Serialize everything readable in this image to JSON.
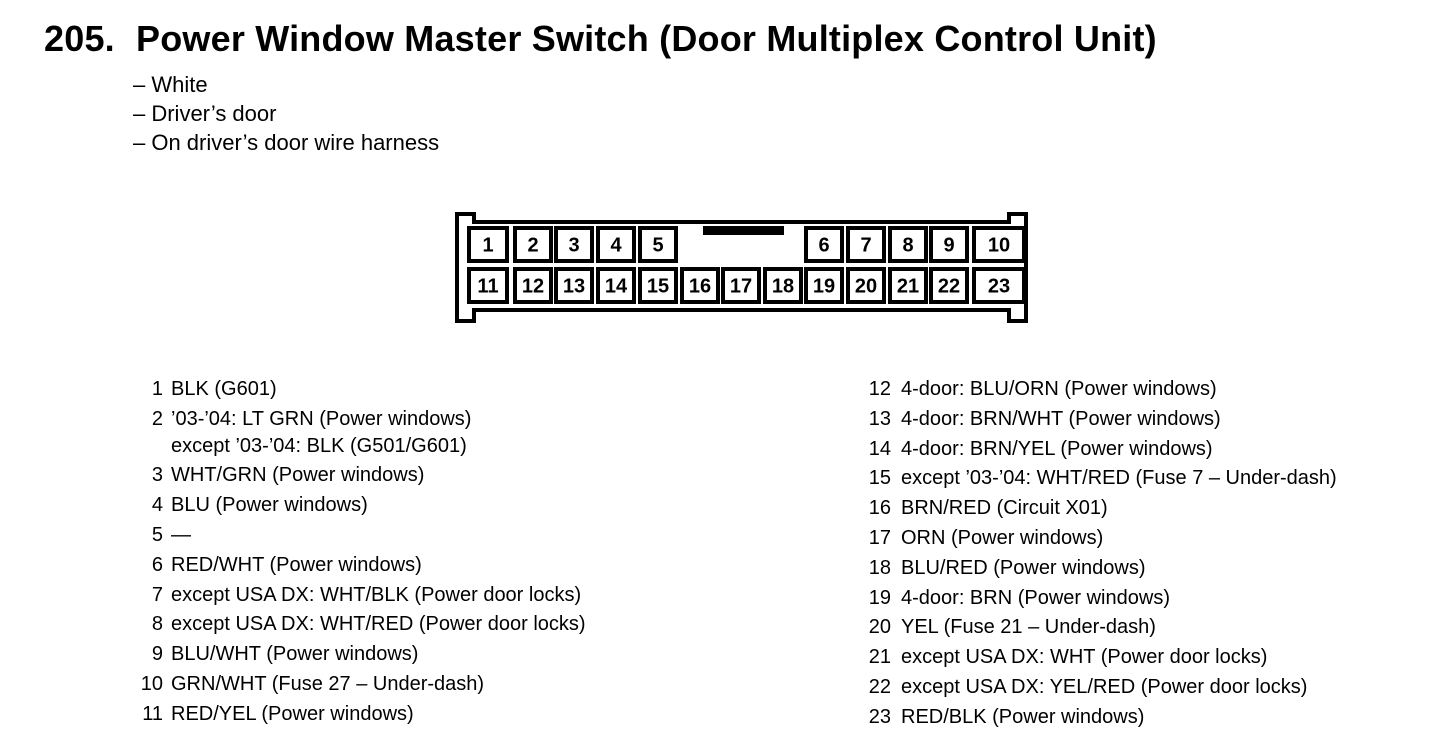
{
  "title": {
    "number": "205.",
    "text": "Power Window Master Switch (Door Multiplex Control Unit)"
  },
  "notes": [
    "– White",
    "– Driver’s door",
    "– On driver’s door wire harness"
  ],
  "connector": {
    "top_row": [
      "1",
      "2",
      "3",
      "4",
      "5",
      "6",
      "7",
      "8",
      "9",
      "10"
    ],
    "bottom_row": [
      "11",
      "12",
      "13",
      "14",
      "15",
      "16",
      "17",
      "18",
      "19",
      "20",
      "21",
      "22",
      "23"
    ]
  },
  "pins_left": [
    {
      "n": "1",
      "text": "BLK (G601)"
    },
    {
      "n": "2",
      "text": "’03-’04: LT GRN (Power windows)"
    },
    {
      "n": "",
      "text": "except ’03-’04: BLK (G501/G601)"
    },
    {
      "n": "3",
      "text": "WHT/GRN (Power windows)"
    },
    {
      "n": "4",
      "text": "BLU (Power windows)"
    },
    {
      "n": "5",
      "text": "—"
    },
    {
      "n": "6",
      "text": "RED/WHT (Power windows)"
    },
    {
      "n": "7",
      "text": "except USA DX: WHT/BLK (Power door locks)"
    },
    {
      "n": "8",
      "text": "except USA DX: WHT/RED (Power door locks)"
    },
    {
      "n": "9",
      "text": "BLU/WHT (Power windows)"
    },
    {
      "n": "10",
      "text": "GRN/WHT (Fuse 27 – Under-dash)"
    },
    {
      "n": "11",
      "text": "RED/YEL (Power windows)"
    }
  ],
  "pins_right": [
    {
      "n": "12",
      "text": "4-door: BLU/ORN (Power windows)"
    },
    {
      "n": "13",
      "text": "4-door: BRN/WHT (Power windows)"
    },
    {
      "n": "14",
      "text": "4-door: BRN/YEL (Power windows)"
    },
    {
      "n": "15",
      "text": "except ’03-’04: WHT/RED (Fuse 7 – Under-dash)"
    },
    {
      "n": "16",
      "text": "BRN/RED (Circuit X01)"
    },
    {
      "n": "17",
      "text": "ORN (Power windows)"
    },
    {
      "n": "18",
      "text": "BLU/RED (Power windows)"
    },
    {
      "n": "19",
      "text": "4-door: BRN (Power windows)"
    },
    {
      "n": "20",
      "text": "YEL (Fuse 21 – Under-dash)"
    },
    {
      "n": "21",
      "text": "except USA DX: WHT (Power door locks)"
    },
    {
      "n": "22",
      "text": "except USA DX: YEL/RED (Power door locks)"
    },
    {
      "n": "23",
      "text": "RED/BLK (Power windows)"
    }
  ]
}
